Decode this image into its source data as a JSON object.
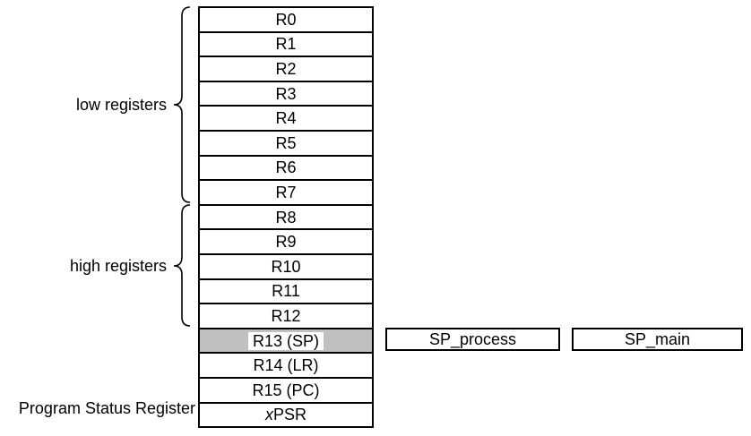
{
  "diagram": {
    "groups": [
      {
        "label": "low registers",
        "covers": [
          "R0",
          "R7"
        ]
      },
      {
        "label": "high registers",
        "covers": [
          "R8",
          "R12"
        ]
      }
    ],
    "psr_label": "Program Status Register",
    "registers": [
      {
        "label": "R0"
      },
      {
        "label": "R1"
      },
      {
        "label": "R2"
      },
      {
        "label": "R3"
      },
      {
        "label": "R4"
      },
      {
        "label": "R5"
      },
      {
        "label": "R6"
      },
      {
        "label": "R7"
      },
      {
        "label": "R8"
      },
      {
        "label": "R9"
      },
      {
        "label": "R10"
      },
      {
        "label": "R11"
      },
      {
        "label": "R12"
      },
      {
        "label": "R13 (SP)",
        "highlight": true
      },
      {
        "label": "R14 (LR)"
      },
      {
        "label": "R15 (PC)"
      },
      {
        "label": "xPSR",
        "italic_first": true
      }
    ],
    "sp_boxes": [
      {
        "label": "SP_process"
      },
      {
        "label": "SP_main"
      }
    ],
    "colors": {
      "highlight_bg": "#c0c0c0",
      "border": "#000000",
      "background": "#ffffff"
    }
  }
}
